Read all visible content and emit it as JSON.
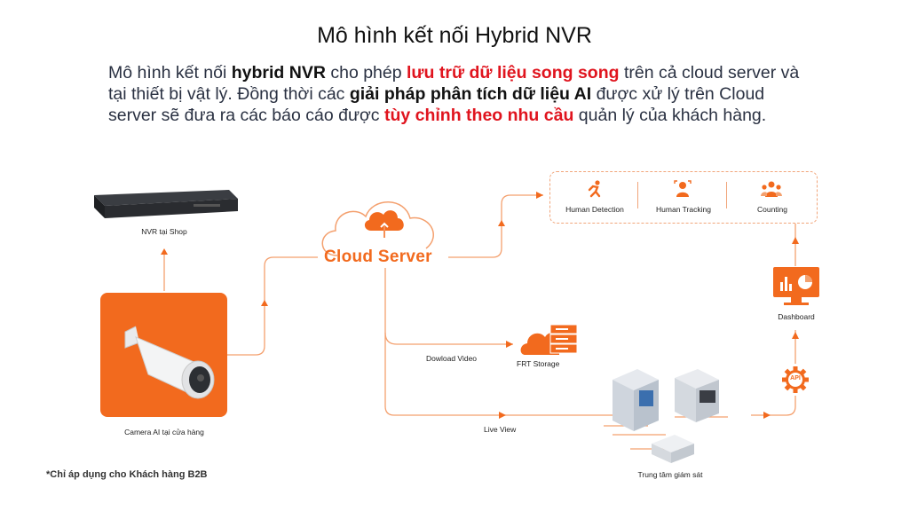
{
  "header": {
    "title": "Mô hình kết nối Hybrid NVR"
  },
  "description": {
    "p1": "Mô hình kết nối ",
    "p2": "hybrid NVR",
    "p3": " cho phép ",
    "p4": "lưu trữ dữ liệu song song",
    "p5": " trên cả cloud server và tại thiết bị vật lý. Đồng thời các ",
    "p6": "giải pháp phân tích dữ liệu AI",
    "p7": " được xử lý trên Cloud server sẽ đưa ra các báo cáo được ",
    "p8": "tùy chỉnh theo nhu cầu",
    "p9": " quản lý của khách hàng."
  },
  "diagram": {
    "nvr_label": "NVR tại Shop",
    "cloud_label": "Cloud Server",
    "camera_label": "Camera AI tại cửa hàng",
    "analytics": [
      {
        "label": "Human Detection",
        "icon": "running-person-icon"
      },
      {
        "label": "Human Tracking",
        "icon": "person-target-icon"
      },
      {
        "label": "Counting",
        "icon": "people-group-icon"
      }
    ],
    "dashboard_label": "Dashboard",
    "api_label": "API",
    "download_label": "Dowload Video",
    "storage_label": "FRT Storage",
    "liveview_label": "Live View",
    "monitor_label": "Trung tâm giám sát"
  },
  "footnote": "*Chỉ áp dụng cho Khách hàng B2B",
  "colors": {
    "accent": "#f26a1e",
    "highlight": "#e0141e",
    "text": "#2a3142"
  }
}
